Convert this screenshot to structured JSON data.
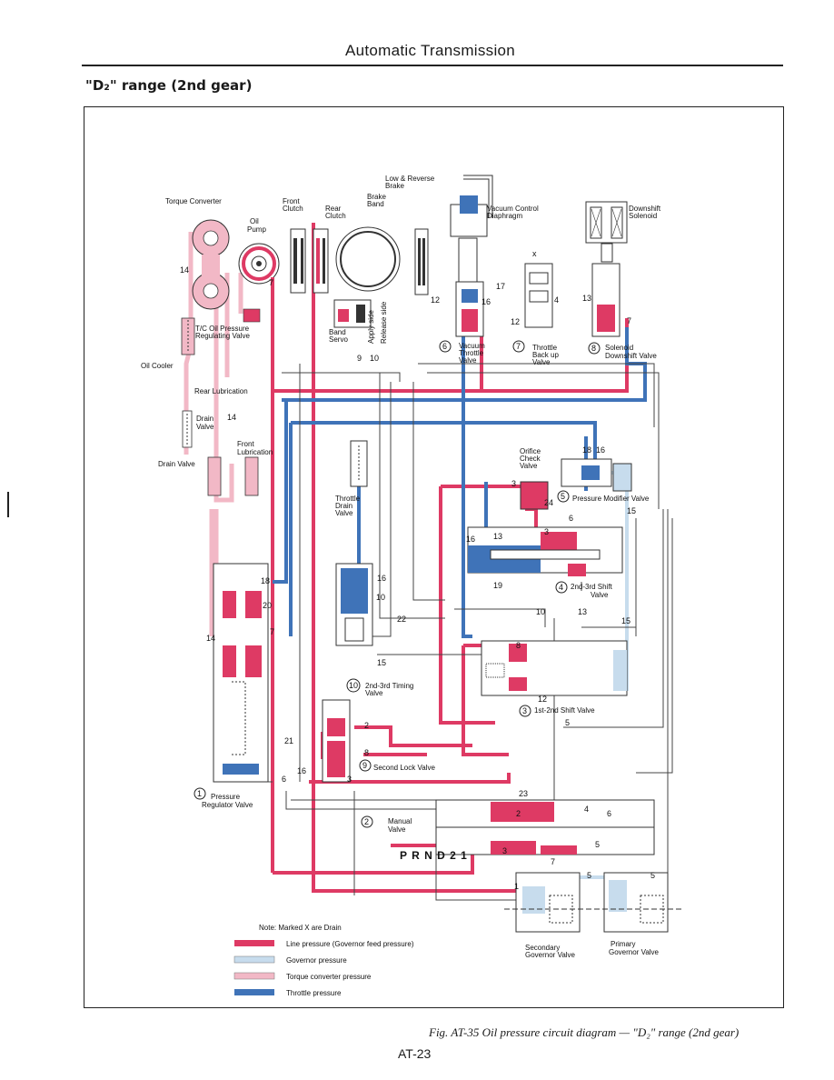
{
  "header": {
    "title": "Automatic Transmission"
  },
  "section_title": "\"D₂\" range (2nd gear)",
  "labels": {
    "torque_converter": "Torque Converter",
    "oil_pump": [
      "Oil",
      "Pump"
    ],
    "front_clutch": [
      "Front",
      "Clutch"
    ],
    "rear_clutch": [
      "Rear",
      "Clutch"
    ],
    "brake_band": [
      "Brake",
      "Band"
    ],
    "low_reverse_brake": [
      "Low & Reverse",
      "Brake"
    ],
    "vacuum_control_diaphragm": [
      "Vacuum Control",
      "Diaphragm"
    ],
    "downshift_solenoid": [
      "Downshift",
      "Solenoid"
    ],
    "tc_oil_pressure_regulating_valve": [
      "T/C Oil Pressure",
      "Regulating Valve"
    ],
    "band_servo": [
      "Band",
      "Servo"
    ],
    "apply_side": "Apply side",
    "release_side": "Release side",
    "oil_cooler": "Oil Cooler",
    "rear_lubrication": "Rear Lubrication",
    "drain_valve_upper": [
      "Drain",
      "Valve"
    ],
    "front_lubrication": [
      "Front",
      "Lubrication"
    ],
    "drain_valve": "Drain Valve",
    "vacuum_throttle_valve": [
      "Vacuum",
      "Throttle",
      "Valve"
    ],
    "throttle_back_up_valve": [
      "Throttle",
      "Back up",
      "Valve"
    ],
    "solenoid_downshift_valve": [
      "Solenoid",
      "Downshift Valve"
    ],
    "orifice_check_valve": [
      "Orifice",
      "Check",
      "Valve"
    ],
    "pressure_modifier_valve": "Pressure Modifier Valve",
    "throttle_drain_valve": [
      "Throttle",
      "Drain",
      "Valve"
    ],
    "shift_valve_2_3": [
      "2nd-3rd Shift",
      "Valve"
    ],
    "timing_valve_2_3": [
      "2nd-3rd Timing",
      "Valve"
    ],
    "shift_valve_1_2": "1st-2nd Shift Valve",
    "second_lock_valve": "Second Lock Valve",
    "pressure_regulator_valve": [
      "Pressure",
      "Regulator  Valve"
    ],
    "manual_valve": [
      "Manual",
      "Valve"
    ],
    "prnd21": "P R N D 2 1",
    "secondary_governor_valve": [
      "Secondary",
      "Governor Valve"
    ],
    "primary_governor_valve": [
      "Primary",
      "Governor Valve"
    ]
  },
  "circled_numbers": [
    "1",
    "2",
    "3",
    "4",
    "5",
    "6",
    "7",
    "8",
    "9",
    "10"
  ],
  "line_numbers": [
    "14",
    "7",
    "12",
    "17",
    "16",
    "4",
    "13",
    "12",
    "7",
    "9",
    "10",
    "18",
    "16",
    "3",
    "24",
    "15",
    "6",
    "3",
    "16",
    "13",
    "19",
    "16",
    "10",
    "22",
    "15",
    "8",
    "12",
    "5",
    "18",
    "20",
    "7",
    "14",
    "21",
    "16",
    "6",
    "2",
    "8",
    "3",
    "23",
    "4",
    "6",
    "2",
    "5",
    "3",
    "7",
    "1",
    "5",
    "5",
    "14",
    "15",
    "13",
    "10",
    "x"
  ],
  "legend": {
    "note": "Note:  Marked X are Drain",
    "items": [
      {
        "label": "Line pressure (Governor feed pressure)",
        "color": "#de3a64"
      },
      {
        "label": "Governor pressure",
        "color": "#c7dced"
      },
      {
        "label": "Torque converter pressure",
        "color": "#f2b8c6"
      },
      {
        "label": "Throttle pressure",
        "color": "#3f73b8"
      }
    ]
  },
  "caption": "Fig. AT-35  Oil pressure circuit diagram — \"D₂\" range (2nd gear)",
  "page_number": "AT-23"
}
